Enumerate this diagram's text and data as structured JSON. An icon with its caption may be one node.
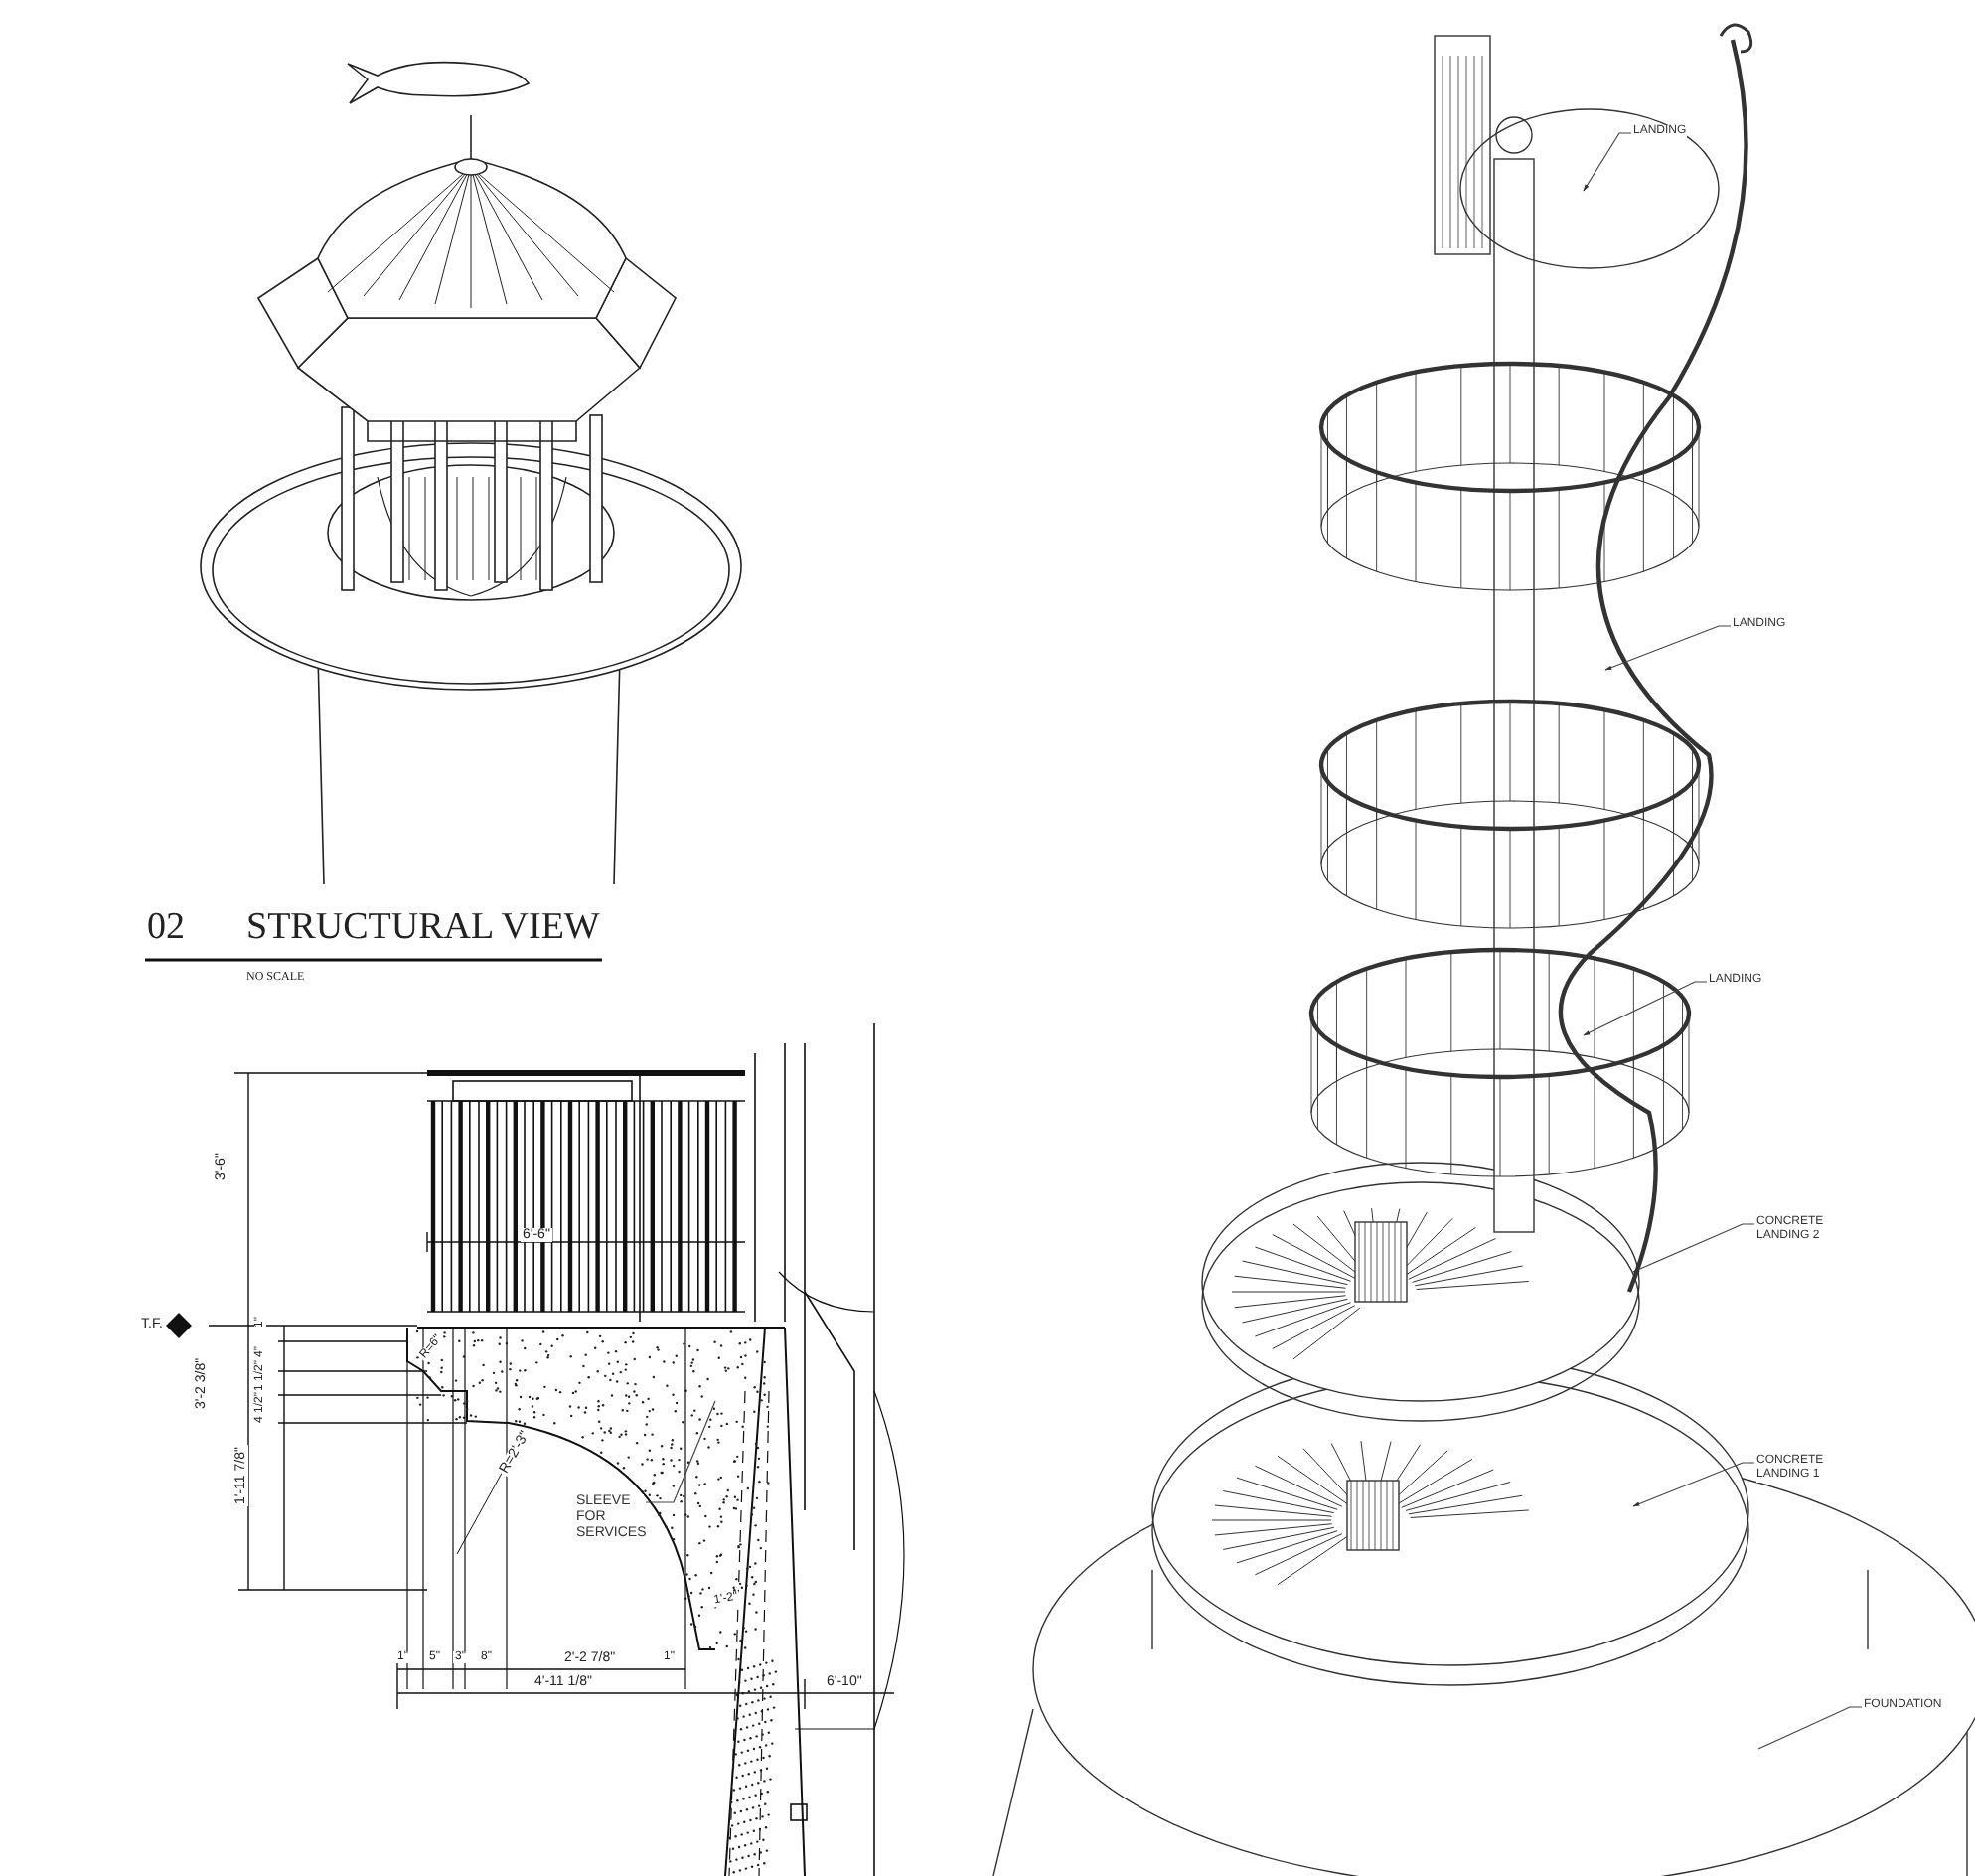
{
  "diagram": {
    "title": "STRUCTURAL VIEW",
    "nodes": [
      {
        "text": [
          "LANDING"
        ]
      },
      {
        "text": [
          "LANDING"
        ]
      },
      {
        "text": [
          "LANDING"
        ]
      },
      {
        "text": [
          "CONCRETE LANDING 2"
        ]
      },
      {
        "text": [
          "CONCRETE LANDING 1"
        ]
      },
      {
        "text": [
          "FOUNDATION"
        ]
      },
      {
        "text": [
          "SLEEVE FOR SERVICES"
        ]
      }
    ],
    "edges": [
      {
        "from": 0,
        "to": null,
        "arrow": "to"
      },
      {
        "from": 1,
        "to": null,
        "arrow": "to"
      },
      {
        "from": 2,
        "to": null,
        "arrow": "to"
      },
      {
        "from": 3,
        "to": null,
        "arrow": "to"
      },
      {
        "from": 4,
        "to": null,
        "arrow": "to"
      },
      {
        "from": 5,
        "to": null,
        "arrow": "none"
      },
      {
        "from": 6,
        "to": null,
        "arrow": "none"
      }
    ],
    "labels": [
      "02",
      "NO SCALE",
      "3'-6\"",
      "T.F.",
      "1\"",
      "4\"",
      "1 1/2\"",
      "4 1/2\"",
      "3'-2 3/8\"",
      "1'-11 7/8\"",
      "R=6\"",
      "R=2'-3\"",
      "6'-6\"",
      "1'-2\"",
      "1\"",
      "5\"",
      "3\"",
      "8\"",
      "2'-2 7/8\"",
      "1\"",
      "4'-11 1/8\"",
      "6'-10\""
    ]
  }
}
